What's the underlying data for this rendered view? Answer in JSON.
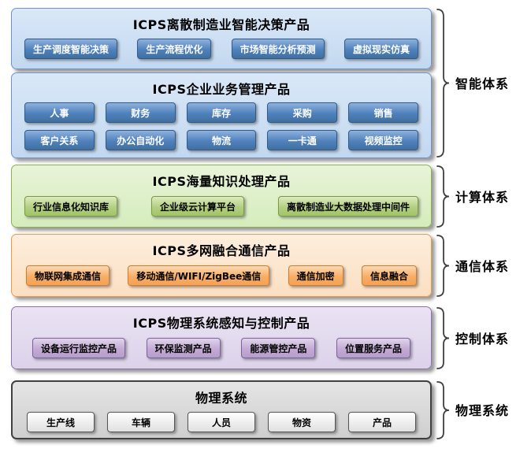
{
  "layers": [
    {
      "title": "ICPS离散制造业智能决策产品",
      "items": [
        "生产调度智能决策",
        "生产流程优化",
        "市场智能分析预测",
        "虚拟现实仿真"
      ]
    },
    {
      "title": "ICPS企业业务管理产品",
      "items": [
        "人事",
        "财务",
        "库存",
        "采购",
        "销售",
        "客户关系",
        "办公自动化",
        "物流",
        "一卡通",
        "视频监控"
      ]
    },
    {
      "title": "ICPS海量知识处理产品",
      "items": [
        "行业信息化知识库",
        "企业级云计算平台",
        "离散制造业大数据处理中间件"
      ]
    },
    {
      "title": "ICPS多网融合通信产品",
      "items": [
        "物联网集成通信",
        "移动通信/WIFI/ZigBee通信",
        "通信加密",
        "信息融合"
      ]
    },
    {
      "title": "ICPS物理系统感知与控制产品",
      "items": [
        "设备运行监控产品",
        "环保监测产品",
        "能源管控产品",
        "位置服务产品"
      ]
    },
    {
      "title": "物理系统",
      "items": [
        "生产线",
        "车辆",
        "人员",
        "物资",
        "产品"
      ]
    }
  ],
  "groups": [
    {
      "label": "智能体系"
    },
    {
      "label": "计算体系"
    },
    {
      "label": "通信体系"
    },
    {
      "label": "控制体系"
    },
    {
      "label": "物理系统"
    }
  ],
  "colors": {
    "blue_layer_bg": "#cbdcf2",
    "blue_button": "#4f81bd",
    "green_layer_bg": "#ddeec9",
    "green_button": "#aecb7a",
    "orange_layer_bg": "#fce5cd",
    "orange_button": "#f7a95e",
    "purple_layer_bg": "#e3dbee",
    "purple_button": "#bfa6d1",
    "gray_layer_bg": "#d9d9d9",
    "gray_button": "#f2f2f2",
    "text_on_blue": "#ffffff",
    "text_default": "#000000"
  }
}
